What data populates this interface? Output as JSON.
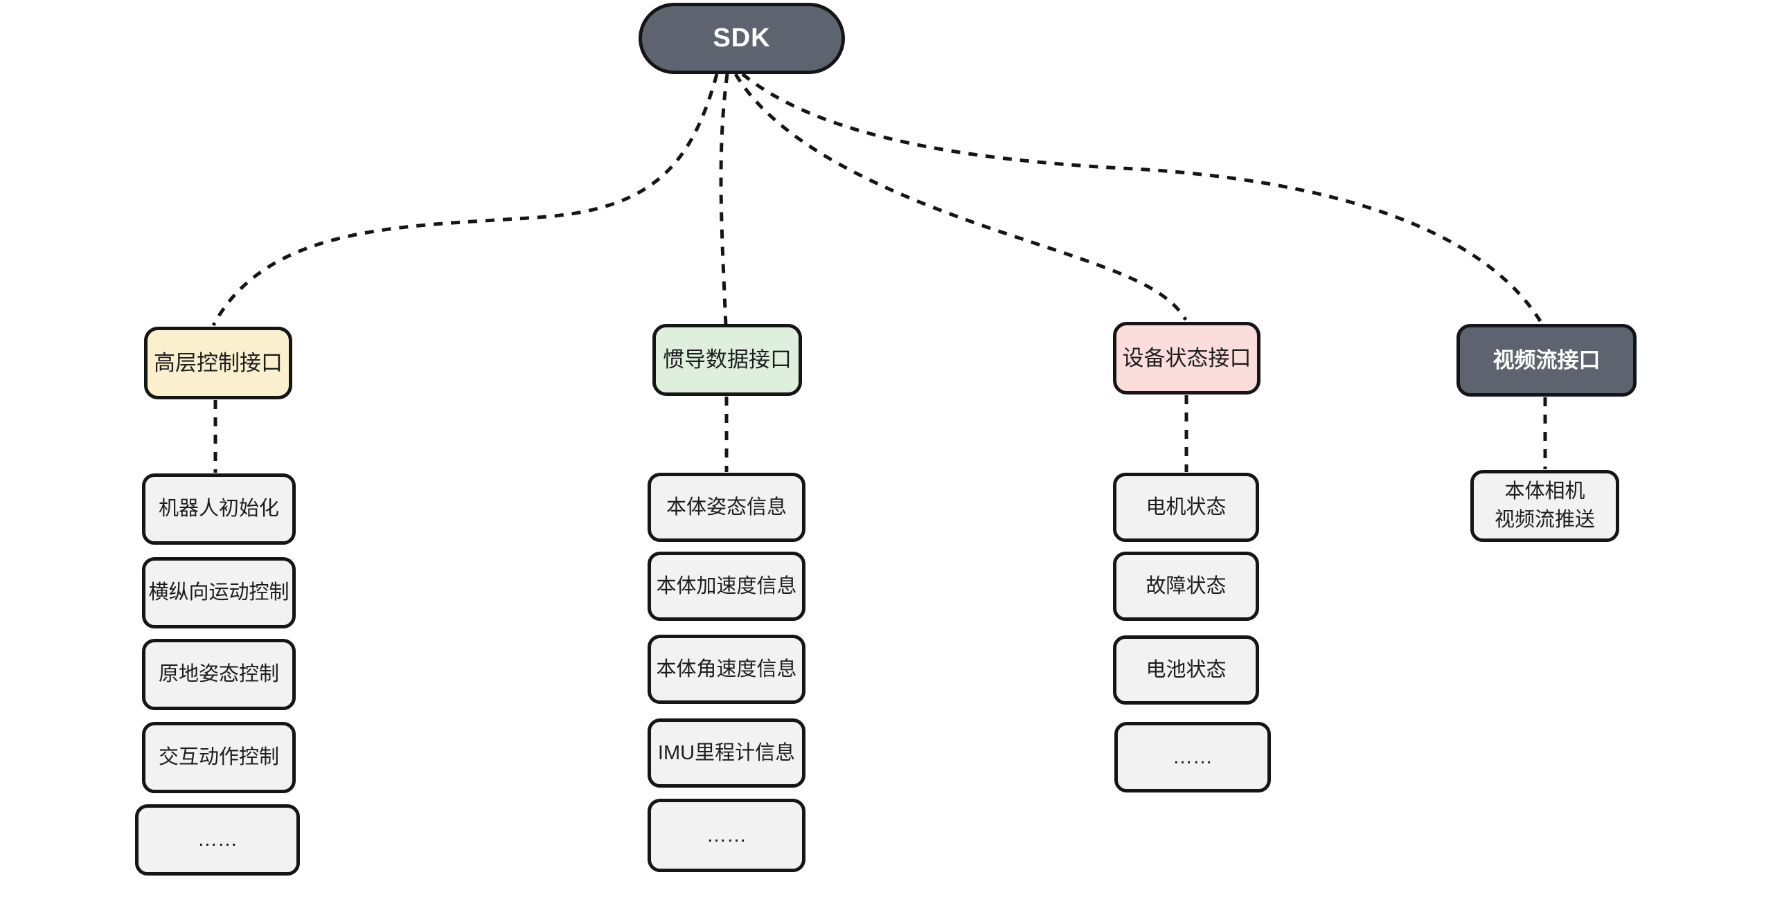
{
  "root": {
    "label": "SDK"
  },
  "colors": {
    "root_fill": "#5D6470",
    "border": "#151515",
    "item_fill": "#F2F2F2",
    "high_level_fill": "#FAF0CE",
    "inertial_fill": "#DEF0DD",
    "device_status_fill": "#FBDDDC",
    "video_stream_fill": "#5D6470"
  },
  "columns": [
    {
      "header": {
        "label": "高层控制接口",
        "color": "#FAF0CE"
      },
      "items": [
        {
          "label": "机器人初始化"
        },
        {
          "label": "横纵向运动控制"
        },
        {
          "label": "原地姿态控制"
        },
        {
          "label": "交互动作控制"
        },
        {
          "label": "……"
        }
      ]
    },
    {
      "header": {
        "label": "惯导数据接口",
        "color": "#DEF0DD"
      },
      "items": [
        {
          "label": "本体姿态信息"
        },
        {
          "label": "本体加速度信息"
        },
        {
          "label": "本体角速度信息"
        },
        {
          "label": "IMU里程计信息"
        },
        {
          "label": "……"
        }
      ]
    },
    {
      "header": {
        "label": "设备状态接口",
        "color": "#FBDDDC"
      },
      "items": [
        {
          "label": "电机状态"
        },
        {
          "label": "故障状态"
        },
        {
          "label": "电池状态"
        },
        {
          "label": "……"
        }
      ]
    },
    {
      "header": {
        "label": "视频流接口",
        "color": "#5D6470"
      },
      "items": [
        {
          "label": "本体相机\n视频流推送"
        }
      ]
    }
  ]
}
